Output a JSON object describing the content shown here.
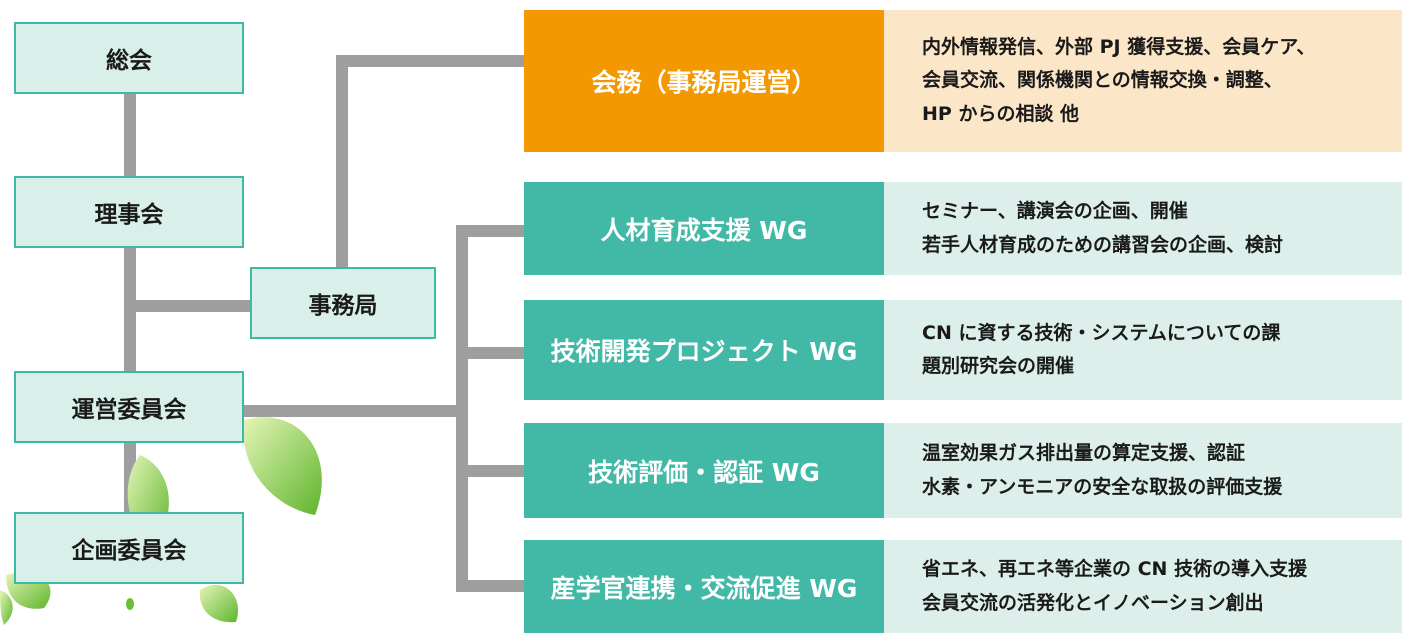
{
  "colors": {
    "connector": "#9e9e9e",
    "org_fill": "#d9efe9",
    "org_border": "#3fb8a5",
    "secretariat_fill": "#f39800",
    "secretariat_desc_fill": "#fce6c8",
    "wg_fill": "#42b9a7",
    "wg_desc_fill": "#dcefeb"
  },
  "org": {
    "general_assembly": "総会",
    "board": "理事会",
    "secretariat": "事務局",
    "steering_committee": "運営委員会",
    "planning_committee": "企画委員会"
  },
  "units": [
    {
      "title": "会務（事務局運営）",
      "lines": [
        "内外情報発信、外部 PJ 獲得支援、会員ケア、",
        "会員交流、関係機関との情報交換・調整、",
        "HP からの相談 他"
      ]
    },
    {
      "title": "人材育成支援 WG",
      "lines": [
        "セミナー、講演会の企画、開催",
        "若手人材育成のための講習会の企画、検討"
      ]
    },
    {
      "title": "技術開発プロジェクト WG",
      "lines": [
        "CN に資する技術・システムについての課",
        "題別研究会の開催"
      ]
    },
    {
      "title": "技術評価・認証 WG",
      "lines": [
        "温室効果ガス排出量の算定支援、認証",
        "水素・アンモニアの安全な取扱の評価支援"
      ]
    },
    {
      "title": "産学官連携・交流促進 WG",
      "lines": [
        "省エネ、再エネ等企業の CN 技術の導入支援",
        "会員交流の活発化とイノベーション創出"
      ]
    }
  ]
}
